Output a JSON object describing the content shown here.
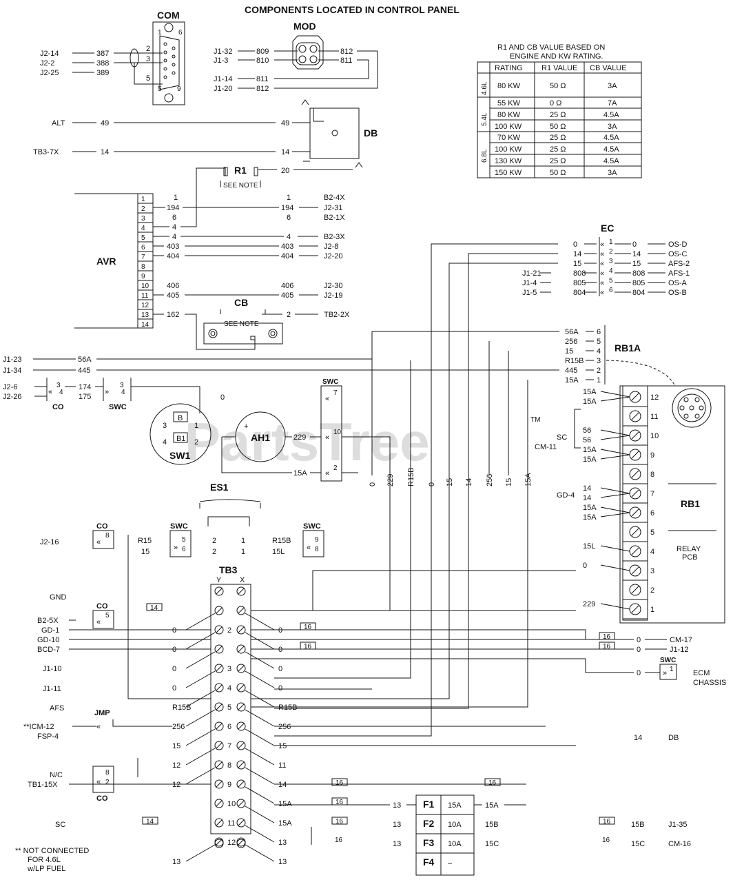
{
  "title": "COMPONENTS LOCATED IN CONTROL PANEL",
  "watermark": "PartsTree",
  "watermark_tm": "TM",
  "components": {
    "com": "COM",
    "mod": "MOD",
    "db": "DB",
    "r1": "R1",
    "avr": "AVR",
    "cb": "CB",
    "ec": "EC",
    "rb1a": "RB1A",
    "rb1": "RB1",
    "relay_pcb": [
      "RELAY",
      "PCB"
    ],
    "sw1": "SW1",
    "ah1": "AH1",
    "es1": "ES1",
    "tb3": "TB3",
    "jmp": "JMP",
    "co": "CO",
    "swc": "SWC"
  },
  "see_note": "SEE NOTE",
  "rating_table": {
    "note": [
      "R1 AND CB VALUE BASED ON",
      "ENGINE AND KW RATING."
    ],
    "headers": [
      "RATING",
      "R1 VALUE",
      "CB VALUE"
    ],
    "groups": [
      {
        "engine": "4.6L",
        "rows": [
          [
            "80 KW",
            "50 Ω",
            "3A"
          ]
        ]
      },
      {
        "engine": "5.4L",
        "rows": [
          [
            "55 KW",
            "0 Ω",
            "7A"
          ],
          [
            "80 KW",
            "25 Ω",
            "4.5A"
          ],
          [
            "100 KW",
            "50 Ω",
            "3A"
          ]
        ]
      },
      {
        "engine": "6.8L",
        "rows": [
          [
            "70 KW",
            "25 Ω",
            "4.5A"
          ],
          [
            "100 KW",
            "25 Ω",
            "4.5A"
          ],
          [
            "130 KW",
            "25 Ω",
            "4.5A"
          ],
          [
            "150 KW",
            "50 Ω",
            "3A"
          ]
        ]
      }
    ]
  },
  "com_wires": [
    {
      "src": "J2-14",
      "wire": "387",
      "pin": "2"
    },
    {
      "src": "J2-2",
      "wire": "388",
      "pin": "3"
    },
    {
      "src": "J2-25",
      "wire": "389",
      "pin": "5"
    }
  ],
  "com_pins": [
    "1",
    "6",
    "9",
    "5"
  ],
  "mod_wires": [
    {
      "src": "J1-32",
      "wire": "809",
      "out": "812"
    },
    {
      "src": "J1-3",
      "wire": "810",
      "out": "811"
    },
    {
      "src": "J1-14",
      "wire": "811"
    },
    {
      "src": "J1-20",
      "wire": "812"
    }
  ],
  "db_wires": [
    {
      "src": "ALT",
      "wire": "49",
      "wire2": "49"
    },
    {
      "src": "TB3-7X",
      "wire": "14",
      "wire2": "14"
    },
    {
      "wire2": "20"
    }
  ],
  "avr_pins": [
    "1",
    "2",
    "3",
    "4",
    "5",
    "6",
    "7",
    "8",
    "9",
    "10",
    "11",
    "12",
    "13",
    "14"
  ],
  "avr_wires": [
    {
      "pin": "1",
      "w1": "1",
      "w2": "1",
      "dst": "B2-4X"
    },
    {
      "pin": "2",
      "w1": "194",
      "w2": "194",
      "dst": "J2-31"
    },
    {
      "pin": "3",
      "w1": "6",
      "w2": "6",
      "dst": "B2-1X"
    },
    {
      "pin": "4",
      "w1": "4",
      "w2": "",
      "dst": ""
    },
    {
      "pin": "5",
      "w1": "4",
      "w2": "4",
      "dst": "B2-3X"
    },
    {
      "pin": "6",
      "w1": "403",
      "w2": "403",
      "dst": "J2-8"
    },
    {
      "pin": "7",
      "w1": "404",
      "w2": "404",
      "dst": "J2-20"
    },
    {
      "pin": "10",
      "w1": "406",
      "w2": "406",
      "dst": "J2-30"
    },
    {
      "pin": "11",
      "w1": "405",
      "w2": "405",
      "dst": "J2-19"
    },
    {
      "pin": "13",
      "w1": "162",
      "w2": "2",
      "dst": "TB2-2X"
    }
  ],
  "ec_rows": [
    {
      "src": "",
      "wl": "0",
      "pin": "1",
      "wr": "0",
      "dst": "OS-D"
    },
    {
      "src": "",
      "wl": "14",
      "pin": "2",
      "wr": "14",
      "dst": "OS-C"
    },
    {
      "src": "",
      "wl": "15",
      "pin": "3",
      "wr": "15",
      "dst": "AFS-2"
    },
    {
      "src": "J1-21",
      "wl": "808",
      "pin": "4",
      "wr": "808",
      "dst": "AFS-1"
    },
    {
      "src": "J1-4",
      "wl": "805",
      "pin": "5",
      "wr": "805",
      "dst": "OS-A"
    },
    {
      "src": "J1-5",
      "wl": "804",
      "pin": "6",
      "wr": "804",
      "dst": "OS-B"
    }
  ],
  "rb1a_rows": [
    {
      "wire": "56A",
      "pin": "6"
    },
    {
      "wire": "256",
      "pin": "5"
    },
    {
      "wire": "15",
      "pin": "4"
    },
    {
      "wire": "R15B",
      "pin": "3"
    },
    {
      "wire": "445",
      "pin": "2"
    },
    {
      "wire": "15A",
      "pin": "1"
    }
  ],
  "left_mid": [
    {
      "src": "J1-23",
      "wire": "56A"
    },
    {
      "src": "J1-34",
      "wire": "445"
    },
    {
      "src": "J2-6",
      "wire": "174"
    },
    {
      "src": "J2-26",
      "wire": "175"
    }
  ],
  "co_swc_pins": {
    "co1": [
      "3",
      "4"
    ],
    "swc1": [
      "3",
      "4"
    ],
    "swc2": [
      "7",
      "10",
      "2"
    ],
    "co2": [
      "8"
    ],
    "swc3": [
      "5",
      "6"
    ],
    "swc4": [
      "9",
      "8"
    ],
    "co3": [
      "5"
    ],
    "co4": [
      "8",
      "2"
    ],
    "swc5": [
      "1"
    ]
  },
  "sw1_labels": {
    "t1": "3",
    "t2": "B",
    "t3": "1",
    "t4": "4",
    "t5": "B1",
    "t6": "2"
  },
  "misc_labels": {
    "zero": "0",
    "w229": "229",
    "w15a": "15A",
    "plus": "+",
    "minus": "−"
  },
  "vertical_wires": [
    "0",
    "229",
    "R15B",
    "0",
    "15",
    "14",
    "256",
    "15",
    "15A"
  ],
  "rb1_left": [
    {
      "wires": [
        "15A",
        "15A"
      ],
      "pin": "12"
    },
    {
      "wires": [],
      "pin": "11"
    },
    {
      "src": "SC",
      "src2": "CM-11",
      "wires": [
        "56",
        "56"
      ],
      "pin": "10"
    },
    {
      "wires": [
        "15A",
        "15A"
      ],
      "pin": "9"
    },
    {
      "wires": [],
      "pin": "8"
    },
    {
      "src": "GD-4",
      "wires": [
        "14",
        "14"
      ],
      "pin": "7"
    },
    {
      "wires": [
        "15A",
        "15A"
      ],
      "pin": "6"
    },
    {
      "wires": [],
      "pin": "5"
    },
    {
      "wires": [
        "15L"
      ],
      "pin": "4"
    },
    {
      "wires": [
        "0"
      ],
      "pin": "3"
    },
    {
      "wires": [],
      "pin": "2"
    },
    {
      "wires": [
        "229"
      ],
      "pin": "1"
    }
  ],
  "es1": {
    "left": [
      "R15",
      "15"
    ],
    "p1": [
      "2",
      "2"
    ],
    "p2": [
      "1",
      "1"
    ],
    "right": [
      "R15B",
      "15L"
    ],
    "src": "J2-16"
  },
  "tb3_cols": [
    "Y",
    "X"
  ],
  "tb3_rows": [
    {
      "pin": "",
      "lsrc": "GND",
      "lw": "",
      "rw": "",
      "rdst": ""
    },
    {
      "pin": "",
      "lsrc": "B2-5X",
      "lw": "0",
      "rw": "0",
      "rdst": ""
    },
    {
      "pin": "2",
      "lsrc": "GD-1",
      "lw": "0",
      "rw": "0",
      "rdst": ""
    },
    {
      "pin": "",
      "lsrc": "GD-10",
      "lw": "0",
      "rw": "0",
      "rdst": ""
    },
    {
      "pin": "3",
      "lsrc": "BCD-7",
      "lw": "0",
      "rw": "0",
      "rdst": ""
    },
    {
      "pin": "4",
      "lsrc": "J1-10",
      "lw": "R15B",
      "rw": "R15B",
      "rdst": ""
    },
    {
      "pin": "5",
      "lsrc": "J1-11",
      "lw": "256",
      "rw": "256",
      "rdst": ""
    },
    {
      "pin": "6",
      "lsrc": "AFS",
      "lw": "15",
      "rw": "15",
      "rdst": ""
    },
    {
      "pin": "7",
      "lsrc": "**ICM-12",
      "lw": "12",
      "rw": "11",
      "rdst": ""
    },
    {
      "pin": "8",
      "lsrc": "FSP-4",
      "lw": "12",
      "rw": "14",
      "rdst": ""
    },
    {
      "pin": "9",
      "lsrc": "",
      "lw": "",
      "rw": "15A",
      "rdst": ""
    },
    {
      "pin": "10",
      "lsrc": "TB1-15X",
      "lw": "",
      "rw": "15A",
      "rdst": ""
    },
    {
      "pin": "11",
      "lsrc": "",
      "lw": "",
      "rw": "13",
      "rdst": ""
    },
    {
      "pin": "12",
      "lsrc": "SC",
      "lw": "13",
      "rw": "13",
      "rdst": ""
    }
  ],
  "tb3_extra": {
    "r15b": "R15B",
    "w15": "15",
    "w14": "14",
    "w13": "13",
    "w15a": "15A",
    "w11": "11",
    "w12": "12",
    "w16": "16",
    "w14box": "14",
    "nc": "N/C"
  },
  "right_lower": [
    {
      "box": "16",
      "wire": "0",
      "dst": "CM-17"
    },
    {
      "box": "16",
      "wire": "0",
      "dst": "J1-12"
    },
    {
      "wire": "0",
      "dst": "ECM",
      "dst2": "CHASSIS"
    },
    {
      "wire": "14",
      "dst": "DB"
    }
  ],
  "fuses": [
    {
      "name": "F1",
      "rating": "15A",
      "in": "13",
      "out": "15A"
    },
    {
      "name": "F2",
      "rating": "10A",
      "in": "13",
      "out": "15B"
    },
    {
      "name": "F3",
      "rating": "10A",
      "in": "13",
      "out": "15C"
    },
    {
      "name": "F4",
      "rating": "–",
      "in": "",
      "out": ""
    }
  ],
  "fuse_right": [
    {
      "box": "16",
      "wire": "15B",
      "dst": "J1-35"
    },
    {
      "box": "16",
      "wire": "15C",
      "dst": "CM-16"
    }
  ],
  "footnote": [
    "** NOT CONNECTED",
    "FOR 4.6L",
    "w/LP FUEL"
  ]
}
